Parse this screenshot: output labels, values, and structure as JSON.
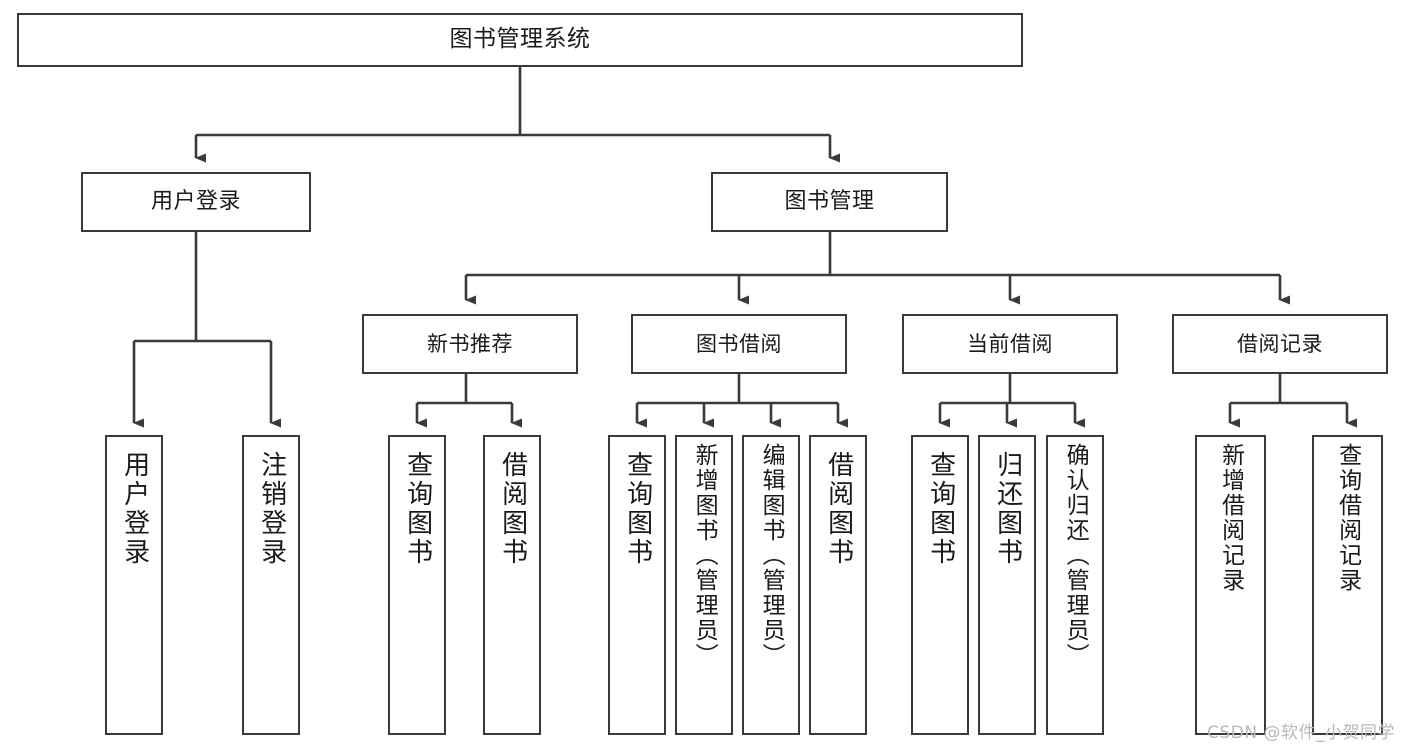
{
  "diagram": {
    "title": "图书管理系统",
    "type": "tree",
    "watermark": "CSDN @软件_小贺同学",
    "colors": {
      "box_border": "#3a3a3a",
      "box_fill": "#ffffff",
      "connector": "#3a3a3a",
      "text": "#1b1b1b",
      "watermark": "#b9b9b9"
    },
    "nodes": {
      "root": {
        "label": "图书管理系统"
      },
      "level2": [
        {
          "label": "用户登录"
        },
        {
          "label": "图书管理"
        }
      ],
      "level3": [
        {
          "label": "新书推荐"
        },
        {
          "label": "图书借阅"
        },
        {
          "label": "当前借阅"
        },
        {
          "label": "借阅记录"
        }
      ],
      "leaves": {
        "user_login": [
          {
            "label": "用户登录"
          },
          {
            "label": "注销登录"
          }
        ],
        "new_book_recommend": [
          {
            "label": "查询图书"
          },
          {
            "label": "借阅图书"
          }
        ],
        "book_borrow": [
          {
            "label": "查询图书"
          },
          {
            "label": "新增图书（管理员）"
          },
          {
            "label": "编辑图书（管理员）"
          },
          {
            "label": "借阅图书"
          }
        ],
        "current_borrow": [
          {
            "label": "查询图书"
          },
          {
            "label": "归还图书"
          },
          {
            "label": "确认归还（管理员）"
          }
        ],
        "borrow_record": [
          {
            "label": "新增借阅记录"
          },
          {
            "label": "查询借阅记录"
          }
        ]
      }
    }
  }
}
